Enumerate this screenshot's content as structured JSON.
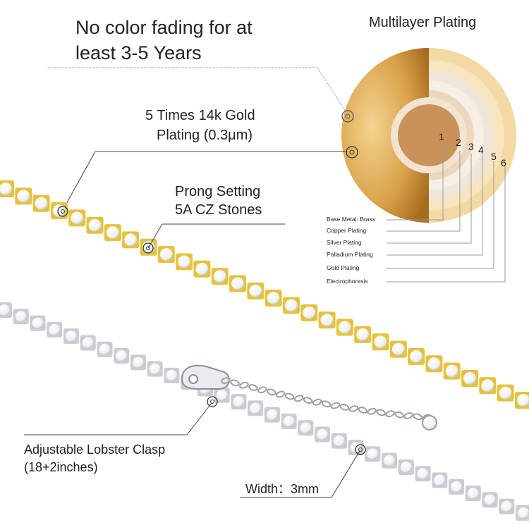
{
  "header": {
    "title": "Multilayer Plating"
  },
  "callouts": {
    "fading_line1": "No color fading for at",
    "fading_line2": "least 3-5 Years",
    "gold_line1": "5 Times 14k Gold",
    "gold_line2": "Plating (0.3μm)",
    "prong_line1": "Prong Setting",
    "prong_line2": "5A CZ Stones",
    "clasp_line1": "Adjustable Lobster Clasp",
    "clasp_line2": "(18+2inches)",
    "width": "Width：3mm"
  },
  "layers": [
    {
      "number": "1",
      "name": "Base Metal: Brass"
    },
    {
      "number": "2",
      "name": "Copper Plating"
    },
    {
      "number": "3",
      "name": "Silver Plating"
    },
    {
      "number": "4",
      "name": "Palladium Plating"
    },
    {
      "number": "5",
      "name": "Gold Plating"
    },
    {
      "number": "6",
      "name": "Electrophoresis"
    }
  ],
  "colors": {
    "gold_chain": "#e6c23a",
    "silver_chain": "#c9ccd1",
    "gold_sphere": "#d9a24a",
    "leader_line": "#333333"
  }
}
